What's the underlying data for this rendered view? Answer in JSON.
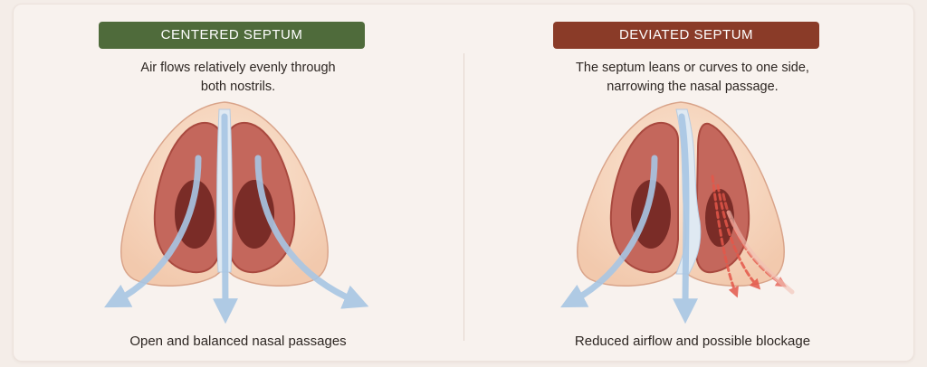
{
  "panels": [
    {
      "badge": "CENTERED SEPTUM",
      "badge_color": "#4f6b3b",
      "desc_line1": "Air flows relatively evenly through",
      "desc_line2": "both nostrils.",
      "caption": "Open and balanced nasal passages"
    },
    {
      "badge": "DEVIATED SEPTUM",
      "badge_color": "#8a3b28",
      "desc_line1": "The septum leans or curves to one side,",
      "desc_line2": "narrowing the nasal passage.",
      "caption": "Reduced airflow and possible blockage"
    }
  ],
  "colors": {
    "skin": "#f7d9c2",
    "skin_edge": "#d9a48a",
    "cavity": "#c4675c",
    "cavity_dark": "#7a2c27",
    "septum": "#dfe9f2",
    "airflow": "#a8c6e4",
    "blocked_airflow": "#e4574a"
  }
}
